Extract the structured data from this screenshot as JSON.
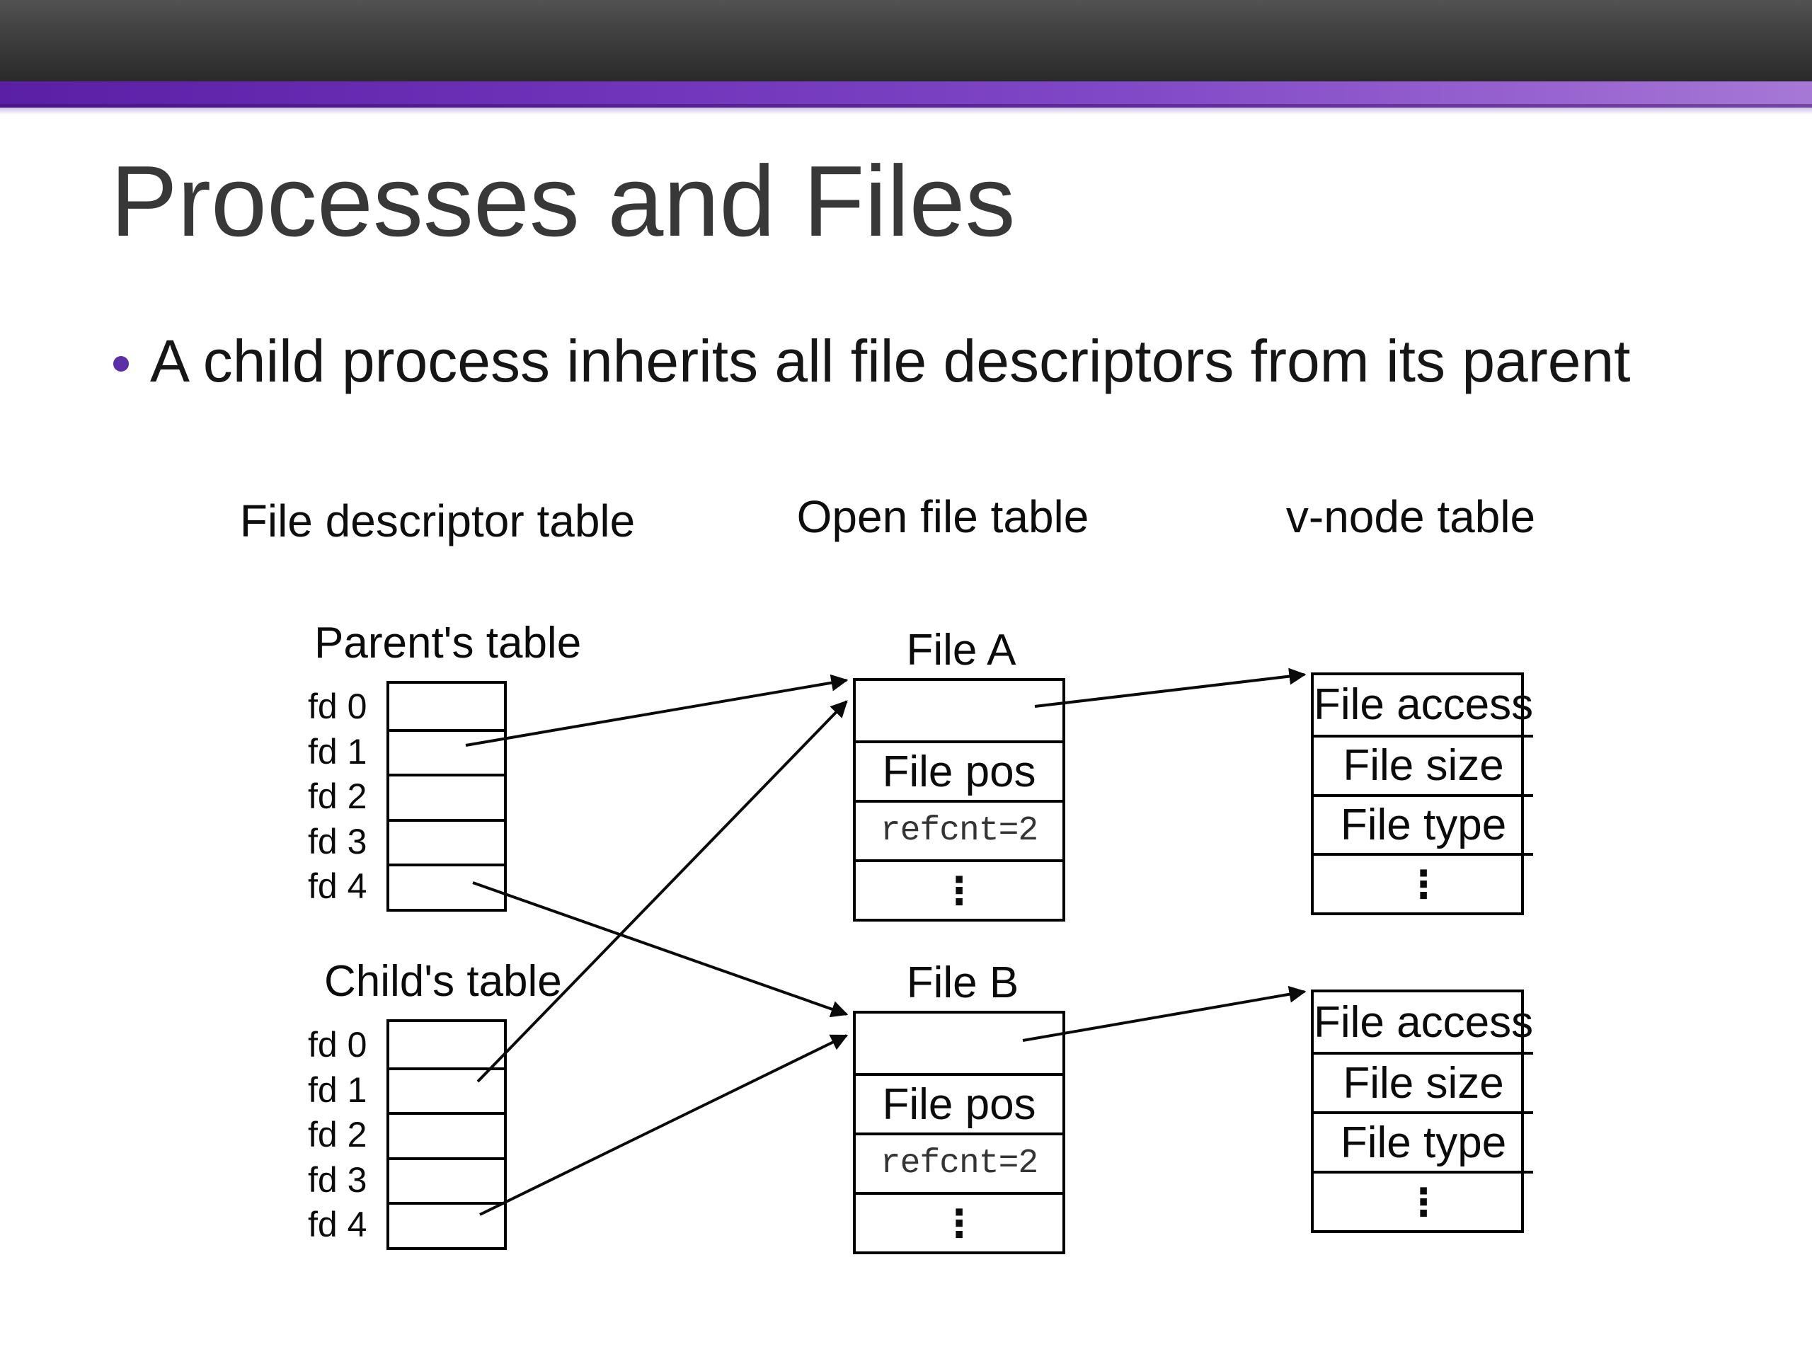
{
  "slide": {
    "title": "Processes and Files",
    "bullet": "A child process inherits all file descriptors from its parent"
  },
  "diagram": {
    "column_headers": {
      "fd": "File descriptor table",
      "open": "Open file table",
      "vnode": "v-node table"
    },
    "fd_tables": [
      {
        "id": "parent",
        "label": "Parent's table",
        "rows": [
          "fd 0",
          "fd 1",
          "fd 2",
          "fd 3",
          "fd 4"
        ]
      },
      {
        "id": "child",
        "label": "Child's table",
        "rows": [
          "fd 0",
          "fd 1",
          "fd 2",
          "fd 3",
          "fd 4"
        ]
      }
    ],
    "open_files": [
      {
        "id": "file-a",
        "label": "File A",
        "rows": [
          "",
          "File pos",
          "refcnt=2",
          "⋮"
        ]
      },
      {
        "id": "file-b",
        "label": "File B",
        "rows": [
          "",
          "File pos",
          "refcnt=2",
          "⋮"
        ]
      }
    ],
    "vnodes": [
      {
        "id": "vnode-a",
        "rows": [
          "File access",
          "File size",
          "File type",
          "⋮"
        ]
      },
      {
        "id": "vnode-b",
        "rows": [
          "File access",
          "File size",
          "File type",
          "⋮"
        ]
      }
    ],
    "edges": [
      {
        "from": "parent-fd1",
        "to": "file-a"
      },
      {
        "from": "parent-fd4",
        "to": "file-b"
      },
      {
        "from": "child-fd1",
        "to": "file-a"
      },
      {
        "from": "child-fd4",
        "to": "file-b"
      },
      {
        "from": "file-a",
        "to": "vnode-a"
      },
      {
        "from": "file-b",
        "to": "vnode-b"
      }
    ],
    "colors": {
      "accent_purple": "#7f46c6",
      "bullet_dot": "#5b2fa8",
      "line": "#0a0a0a",
      "title_text": "#383838"
    }
  }
}
